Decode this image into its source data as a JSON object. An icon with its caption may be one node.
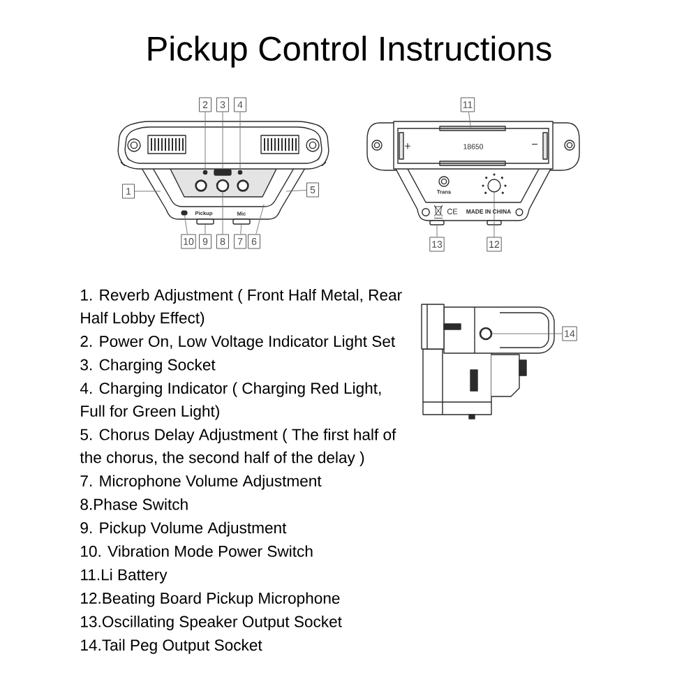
{
  "diagram": {
    "title": "Pickup Control Instructions",
    "nodes": [
      {
        "text": [
          "2"
        ]
      },
      {
        "text": [
          "3"
        ]
      },
      {
        "text": [
          "4"
        ]
      },
      {
        "text": [
          "11"
        ]
      },
      {
        "text": [
          "+",
          "18650",
          "−"
        ]
      },
      {
        "text": [
          "1"
        ]
      },
      {
        "text": [
          "5"
        ]
      },
      {
        "text": [
          "10"
        ]
      },
      {
        "text": [
          "9"
        ]
      },
      {
        "text": [
          "8"
        ]
      },
      {
        "text": [
          "7"
        ]
      },
      {
        "text": [
          "6"
        ]
      },
      {
        "text": [
          "13"
        ]
      },
      {
        "text": [
          "12"
        ]
      },
      {
        "text": [
          "14"
        ]
      },
      {
        "text": [],
        "shape": "circle"
      },
      {
        "text": [],
        "shape": "box"
      },
      {
        "text": [],
        "shape": "circle"
      },
      {
        "text": [],
        "shape": "circle"
      },
      {
        "text": [],
        "shape": "box",
        "beside": [
          "Pickup"
        ]
      },
      {
        "text": [],
        "shape": "box",
        "beside": [
          "Mic"
        ]
      },
      {
        "text": [],
        "shape": "box"
      },
      {
        "text": [],
        "shape": "circle"
      },
      {
        "text": [],
        "shape": "circle"
      },
      {
        "text": [],
        "shape": "box"
      }
    ],
    "edges": [
      {
        "from": 0,
        "to": 15,
        "arrow": "none"
      },
      {
        "from": 1,
        "to": 16,
        "arrow": "none"
      },
      {
        "from": 2,
        "to": 17,
        "arrow": "none"
      },
      {
        "from": 3,
        "to": 4,
        "arrow": "none"
      },
      {
        "from": 5,
        "to": null,
        "arrow": "none"
      },
      {
        "from": 6,
        "to": null,
        "arrow": "none"
      },
      {
        "from": 7,
        "to": 24,
        "arrow": "none"
      },
      {
        "from": 8,
        "to": 19,
        "arrow": "none"
      },
      {
        "from": 9,
        "to": 18,
        "arrow": "none"
      },
      {
        "from": 10,
        "to": 20,
        "arrow": "none"
      },
      {
        "from": 11,
        "to": null,
        "arrow": "none"
      },
      {
        "from": 12,
        "to": 21,
        "arrow": "none"
      },
      {
        "from": 13,
        "to": 22,
        "arrow": "none"
      },
      {
        "from": 14,
        "to": 23,
        "arrow": "none"
      }
    ],
    "labels": [
      "Trans",
      "CE",
      "MADE IN CHINA",
      "1. Reverb Adjustment ( Front Half Metal, Rear Half Lobby Effect)",
      "2. Power On, Low Voltage Indicator Light Set",
      "3. Charging Socket",
      "4. Charging Indicator ( Charging Red Light, Full for Green Light)",
      "5. Chorus Delay Adjustment ( The first half of the chorus, the second half of the delay )",
      "7. Microphone Volume Adjustment",
      "8.Phase Switch",
      "9. Pickup Volume Adjustment",
      "10. Vibration Mode Power Switch",
      "11.Li Battery",
      "12.Beating Board Pickup Microphone",
      "13.Oscillating Speaker Output Socket",
      "14.Tail Peg Output Socket"
    ]
  }
}
